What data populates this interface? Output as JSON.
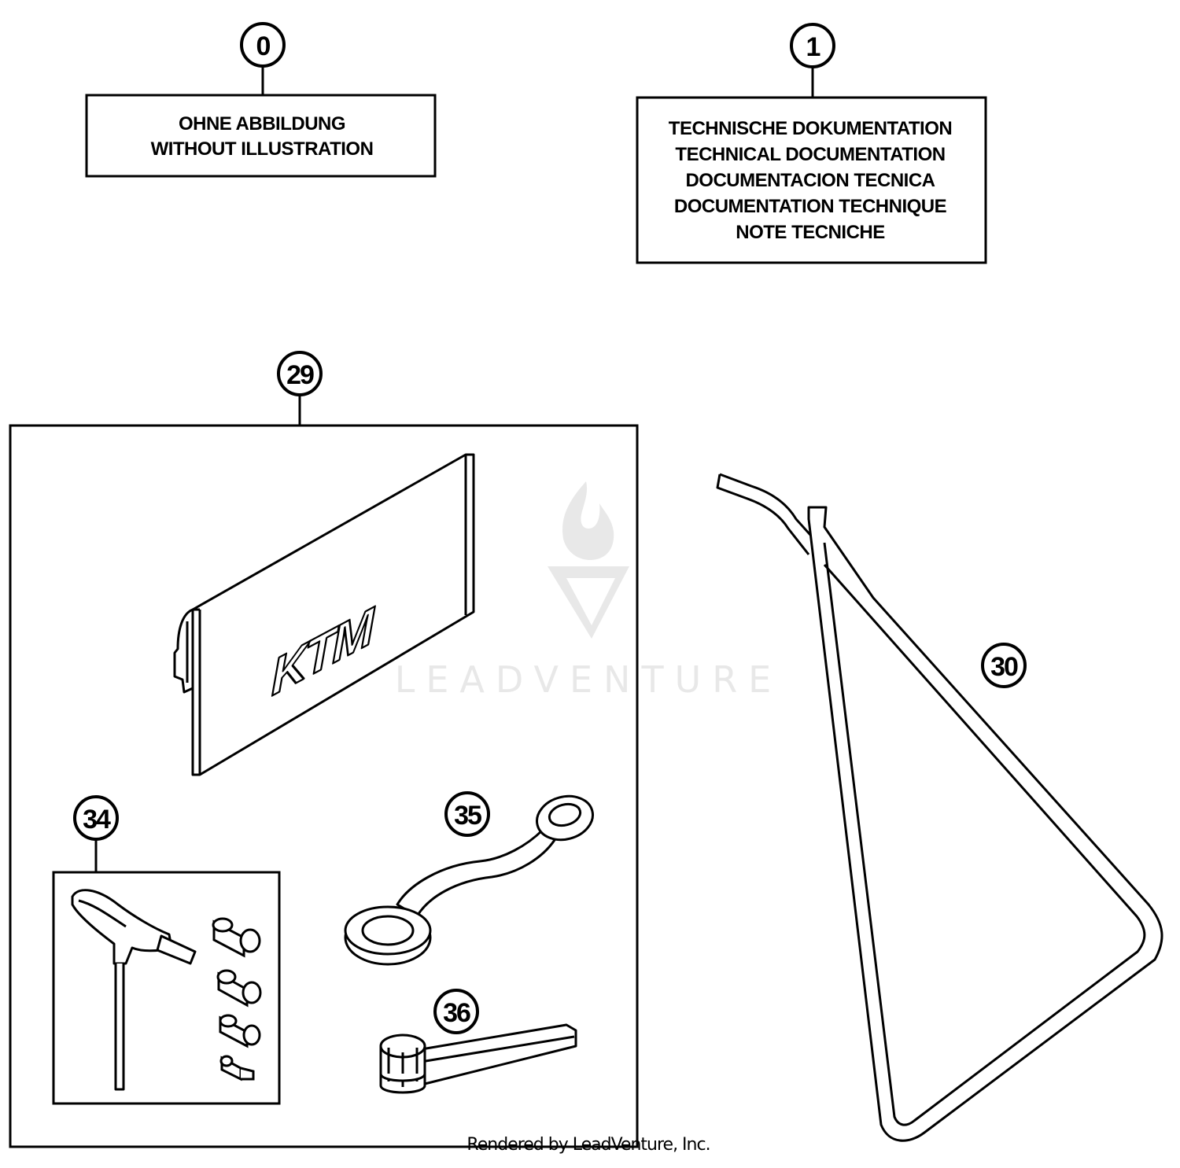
{
  "callouts": {
    "c0": "0",
    "c1": "1",
    "c29": "29",
    "c30": "30",
    "c34": "34",
    "c35": "35",
    "c36": "36"
  },
  "box0": {
    "line1": "OHNE ABBILDUNG",
    "line2": "WITHOUT ILLUSTRATION"
  },
  "box1": {
    "line1": "TECHNISCHE DOKUMENTATION",
    "line2": "TECHNICAL DOCUMENTATION",
    "line3": "DOCUMENTACION TECNICA",
    "line4": "DOCUMENTATION TECHNIQUE",
    "line5": "NOTE TECNICHE"
  },
  "logo": "KTM",
  "watermark": "LEADVENTURE",
  "credit": "Rendered by LeadVenture, Inc.",
  "colors": {
    "line": "#000000",
    "watermark": "#e6e6e6"
  }
}
